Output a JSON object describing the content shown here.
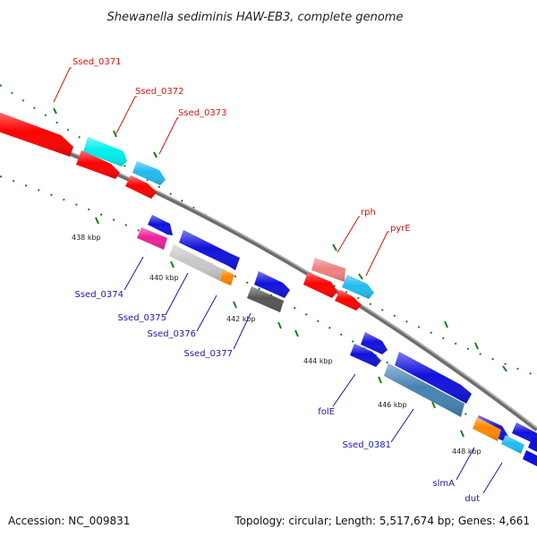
{
  "title": "Shewanella sediminis HAW-EB3, complete genome",
  "footer": {
    "accession": "Accession: NC_009831",
    "summary": "Topology: circular; Length: 5,517,674 bp; Genes: 4,661"
  },
  "colors": {
    "backbone": "#8a8a8a",
    "tick": "#1f7a1f",
    "forward_label": "#dd1111",
    "reverse_label": "#1a1aa8"
  },
  "ticks": [
    "438 kbp",
    "440 kbp",
    "442 kbp",
    "444 kbp",
    "446 kbp",
    "448 kbp"
  ],
  "labels": {
    "forward": [
      "Ssed_0371",
      "Ssed_0372",
      "Ssed_0373",
      "rph",
      "pyrE"
    ],
    "reverse": [
      "Ssed_0374",
      "Ssed_0375",
      "Ssed_0376",
      "Ssed_0377",
      "folE",
      "Ssed_0381",
      "slmA",
      "dut"
    ]
  }
}
